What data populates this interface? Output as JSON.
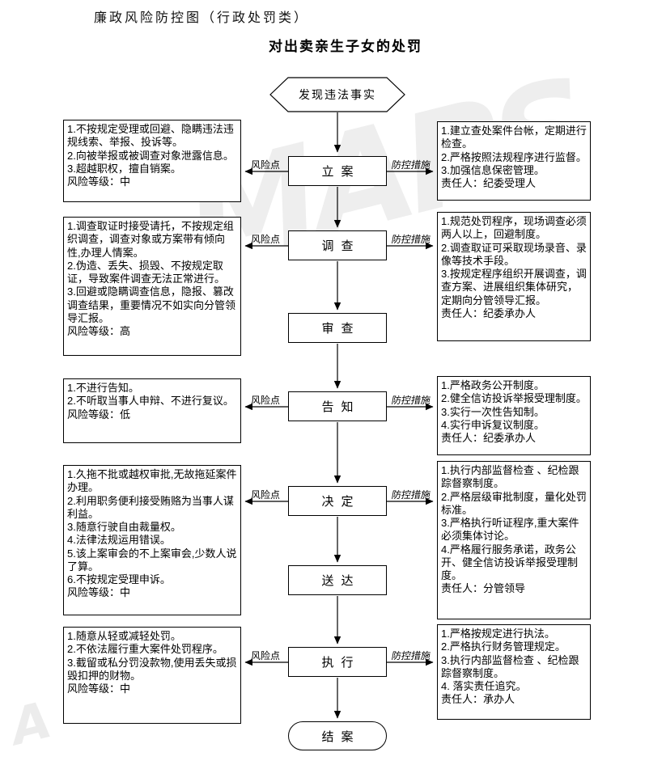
{
  "page": {
    "title": "廉政风险防控图（行政处罚类）",
    "subtitle": "对出卖亲生子女的处罚"
  },
  "watermark": {
    "text": "MAPS",
    "fragment": "A"
  },
  "connector_labels": {
    "risk": "风险点",
    "control": "防控措施"
  },
  "flow": {
    "start": "发现违法事实",
    "steps": [
      "立案",
      "调查",
      "审查",
      "告知",
      "决定",
      "送达",
      "执行"
    ],
    "end": "结案"
  },
  "risk_boxes": [
    "1.不按规定受理或回避、隐瞒违法违规线索、举报、投诉等。\n2.向被举报或被调查对象泄露信息。\n3.超越职权，擅自销案。\n风险等级：中",
    "1.调查取证时接受请托，不按规定组织调查，调查对象或方案带有倾向性,办理人情案。\n2.伪造、丢失、损毁、不按规定取证，导致案件调查无法正常进行。\n3.回避或隐瞒调查信息，隐报、篡改调查结果，重要情况不如实向分管领导汇报。\n风险等级：高",
    "1.不进行告知。\n2.不听取当事人申辩、不进行复议。\n风险等级：低",
    "1.久拖不批或越权审批,无故拖延案件办理。\n2.利用职务便利接受贿赂为当事人谋利益。\n3.随意行驶自由裁量权。\n4.法律法规运用错误。\n5.该上案审会的不上案审会,少数人说了算。\n6.不按规定受理申诉。\n风险等级：中",
    "1.随意从轻或减轻处罚。\n2.不依法履行重大案件处罚程序。\n3.截留或私分罚没款物,使用丢失或损毁扣押的财物。\n风险等级：中"
  ],
  "control_boxes": [
    "1.建立查处案件台帐，定期进行检查。\n2.严格按照法规程序进行监督。\n3.加强信息保密管理。\n责任人：纪委受理人",
    "1.规范处罚程序，现场调查必须两人以上，回避制度。\n2.调查取证可采取现场录音、录像等技术手段。\n3.按规定程序组织开展调查，调查方案、进展组织集体研究，定期向分管领导汇报。\n责任人：纪委承办人",
    "1.严格政务公开制度。\n2.健全信访投诉举报受理制度。\n3.实行一次性告知制。\n4.实行申诉复议制度。\n责任人：纪委承办人",
    "1.执行内部监督检查 、纪检跟踪督察制度。\n2.严格层级审批制度，量化处罚标准。\n3.严格执行听证程序,重大案件必须集体讨论。\n4.严格履行服务承诺，政务公开、健全信访投诉举报受理制度。\n责任人：分管领导",
    "1.严格按规定进行执法。\n2.严格执行财务管理规定。\n3.执行内部监督检查 、纪检跟踪督察制度。\n4. 落实责任追究。\n责任人：承办人"
  ]
}
